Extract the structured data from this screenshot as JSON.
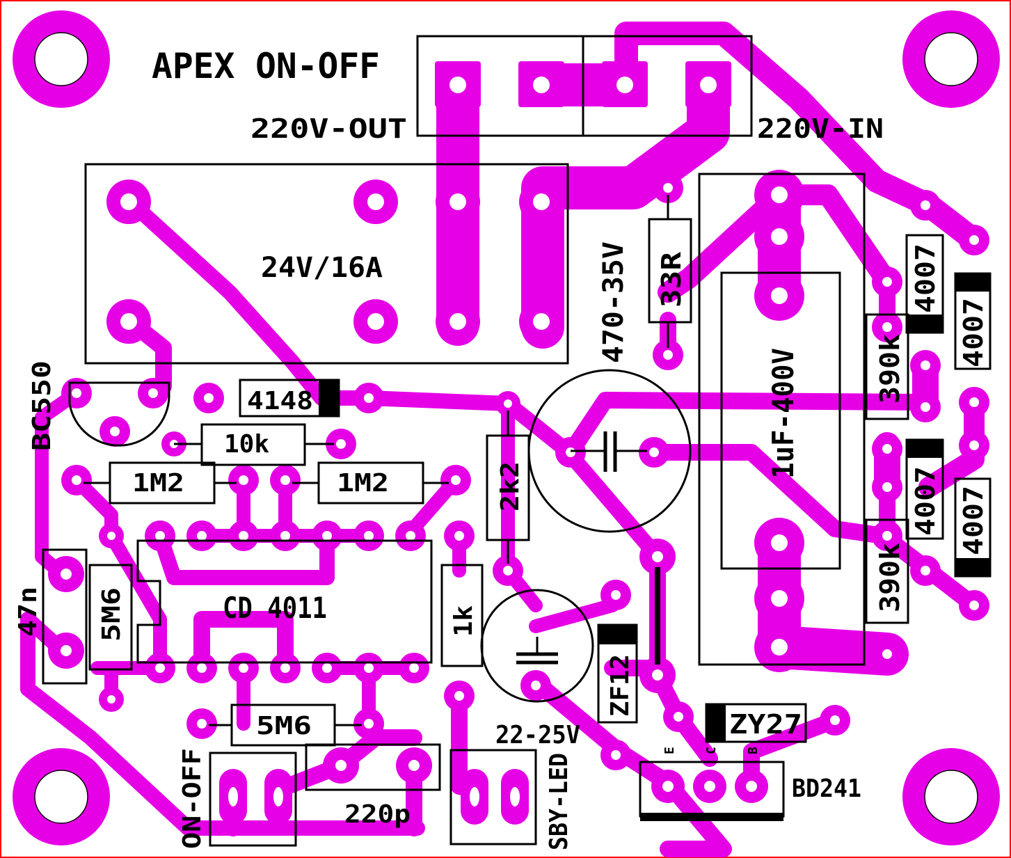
{
  "board": {
    "title": "APEX ON-OFF",
    "copper_color": "#e600e6",
    "silk_color": "#000000",
    "border_color": "#ff0000"
  },
  "connectors": {
    "mains_out": "220V-OUT",
    "mains_in": "220V-IN",
    "switch": "ON-OFF",
    "standby_led": "SBY-LED"
  },
  "components": {
    "relay": "24V/16A",
    "cap_470": "470-35V",
    "res_33r": "33R",
    "cap_1uf": "1uF-400V",
    "d_4007_a": "4007",
    "d_4007_b": "4007",
    "d_4007_c": "4007",
    "d_4007_d": "4007",
    "res_390k_a": "390k",
    "res_390k_b": "390k",
    "transistor_bc550": "BC550",
    "diode_4148": "4148",
    "res_10k": "10k",
    "res_1m2_a": "1M2",
    "res_1m2_b": "1M2",
    "res_2k2": "2k2",
    "cap_47n": "47n",
    "res_5m6_a": "5M6",
    "ic": "CD 4011",
    "res_1k": "1k",
    "cap_22": "22-25V",
    "zener_zf12": "ZF12",
    "zener_zy27": "ZY27",
    "res_5m6_b": "5M6",
    "cap_220p": "220p",
    "transistor_bd241": "BD241",
    "pin_e": "E",
    "pin_c": "C",
    "pin_b": "B"
  }
}
